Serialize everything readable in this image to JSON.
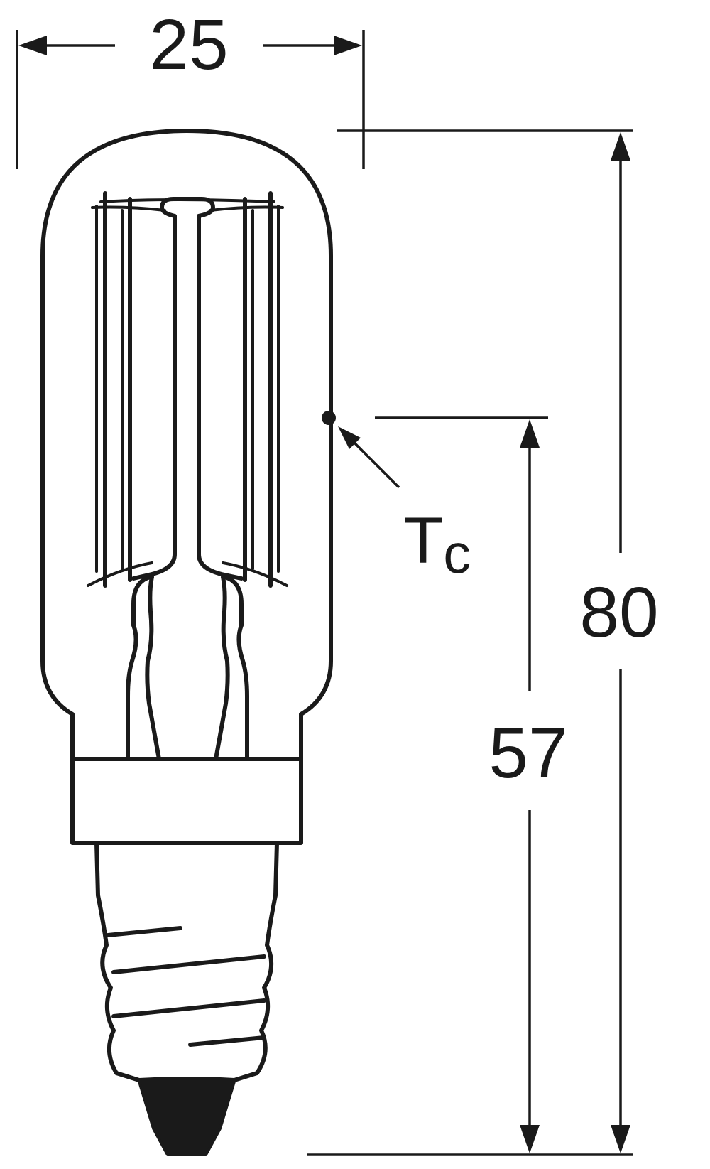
{
  "diagram": {
    "dimensions": {
      "width": "25",
      "height_total": "80",
      "height_tc": "57"
    },
    "tc_label": {
      "main": "T",
      "sub": "c"
    }
  }
}
